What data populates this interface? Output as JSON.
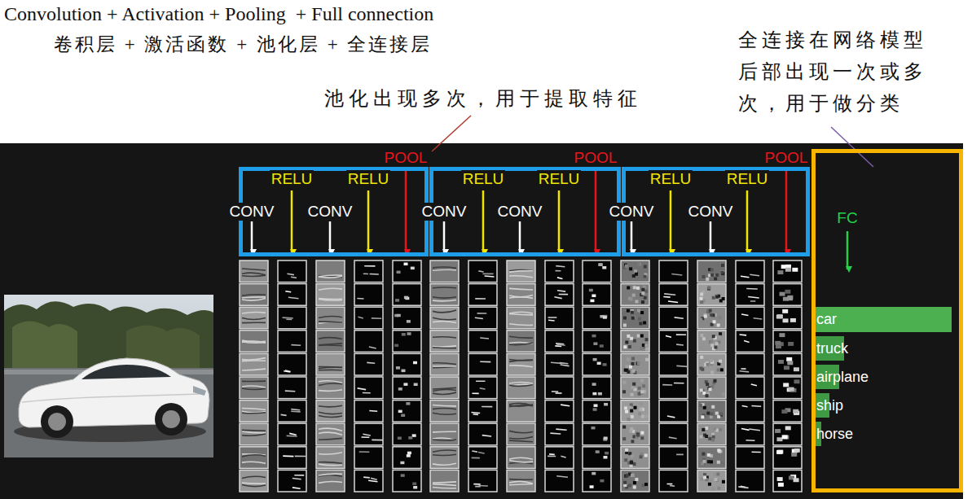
{
  "diagram": {
    "title": "Convolution + Activation + Pooling  + Full connection",
    "nodes": [
      {
        "text": [
          "CONV",
          "RELU",
          "CONV",
          "RELU"
        ]
      },
      {
        "text": [
          "CONV",
          "RELU",
          "CONV",
          "RELU"
        ]
      },
      {
        "text": [
          "CONV",
          "RELU",
          "CONV",
          "RELU"
        ]
      },
      {
        "text": [
          "FC",
          "car",
          "truck",
          "airplane",
          "ship",
          "horse"
        ]
      }
    ],
    "labels": [
      "卷积层 + 激活函数 + 池化层 + 全连接层",
      "池化出现多次，用于提取特征",
      "全连接在网络模型后部出现一次或多次，用于做分类",
      "POOL",
      "POOL",
      "POOL"
    ]
  }
}
